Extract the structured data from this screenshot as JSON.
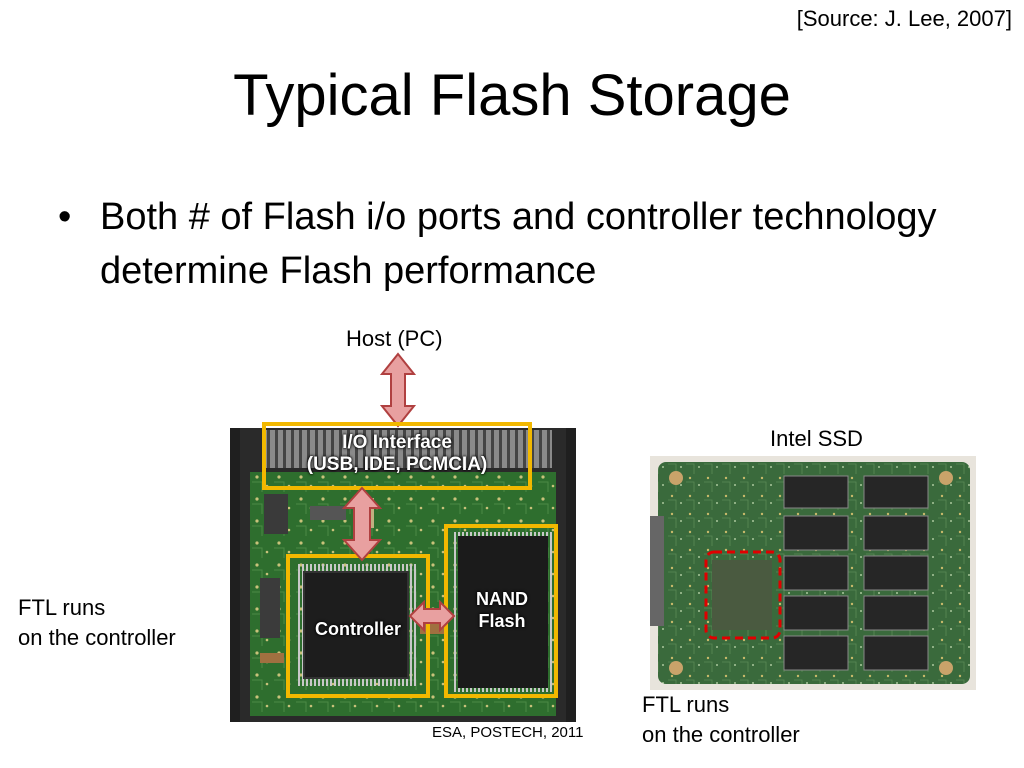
{
  "source": "[Source: J. Lee, 2007]",
  "title": "Typical Flash Storage",
  "bullet": {
    "marker": "•",
    "text": "Both # of Flash i/o ports and controller technology determine Flash performance"
  },
  "diagram": {
    "host_label": "Host (PC)",
    "io_interface_line1": "I/O Interface",
    "io_interface_line2": "(USB, IDE, PCMCIA)",
    "controller_label": "Controller",
    "nand_line1": "NAND",
    "nand_line2": "Flash",
    "ftl_left_line1": "FTL runs",
    "ftl_left_line2": "on the controller"
  },
  "ssd": {
    "label": "Intel SSD",
    "ftl_line1": "FTL runs",
    "ftl_line2": "on the controller"
  },
  "footer": "ESA, POSTECH, 2011",
  "colors": {
    "highlight_box": "#f2b800",
    "arrow_fill": "#e8a0a0",
    "arrow_stroke": "#b04040",
    "ssd_dash": "#e00000",
    "pcb_green": "#2e6e2e"
  }
}
